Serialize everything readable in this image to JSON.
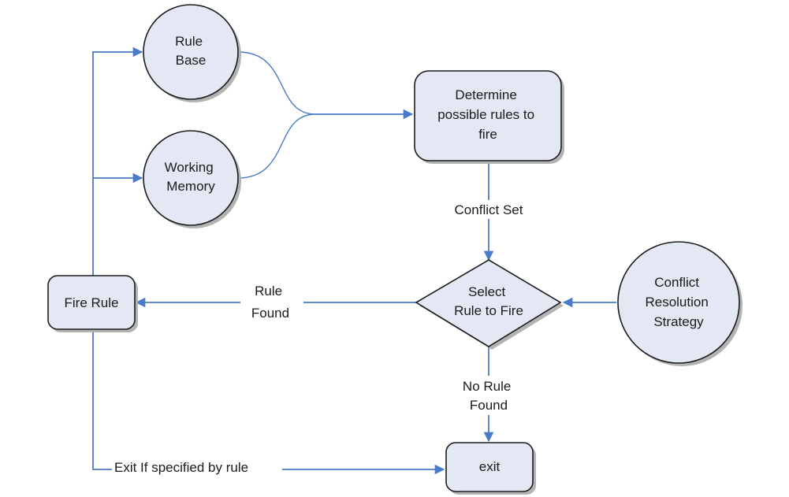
{
  "colors": {
    "node_fill": "#e3e8f4",
    "node_stroke": "#1c1c1c",
    "edge": "#4a7bc8",
    "shadow": "#b3b3b3"
  },
  "nodes": {
    "rule_base": {
      "shape": "circle",
      "lines": [
        "Rule",
        "Base"
      ]
    },
    "working_memory": {
      "shape": "circle",
      "lines": [
        "Working",
        "Memory"
      ]
    },
    "determine": {
      "shape": "rounded-rect",
      "lines": [
        "Determine",
        "possible rules to",
        "fire"
      ]
    },
    "select_rule": {
      "shape": "diamond",
      "lines": [
        "Select",
        "Rule to Fire"
      ]
    },
    "conflict_strategy": {
      "shape": "circle",
      "lines": [
        "Conflict",
        "Resolution",
        "Strategy"
      ]
    },
    "fire_rule": {
      "shape": "rounded-rect",
      "lines": [
        "Fire Rule"
      ]
    },
    "exit": {
      "shape": "rounded-rect",
      "lines": [
        "exit"
      ]
    }
  },
  "edge_labels": {
    "conflict_set": [
      "Conflict Set"
    ],
    "rule_found": [
      "Rule",
      "Found"
    ],
    "no_rule_found": [
      "No Rule",
      "Found"
    ],
    "exit_if": [
      "Exit If specified by rule"
    ]
  }
}
